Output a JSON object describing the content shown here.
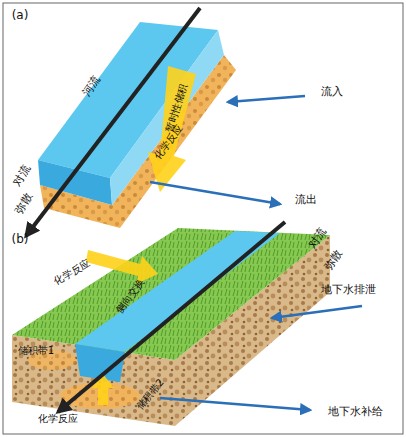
{
  "diagram": {
    "labels": [
      "(a)",
      "河流",
      "暂时性储积",
      "化学反应",
      "流入",
      "流出",
      "对流",
      "弥散",
      "(b)",
      "对流",
      "弥散",
      "化学反应",
      "侧向交换",
      "储积带1",
      "地下水排泄",
      "储积带2",
      "化学反应",
      "地下水补给"
    ]
  }
}
